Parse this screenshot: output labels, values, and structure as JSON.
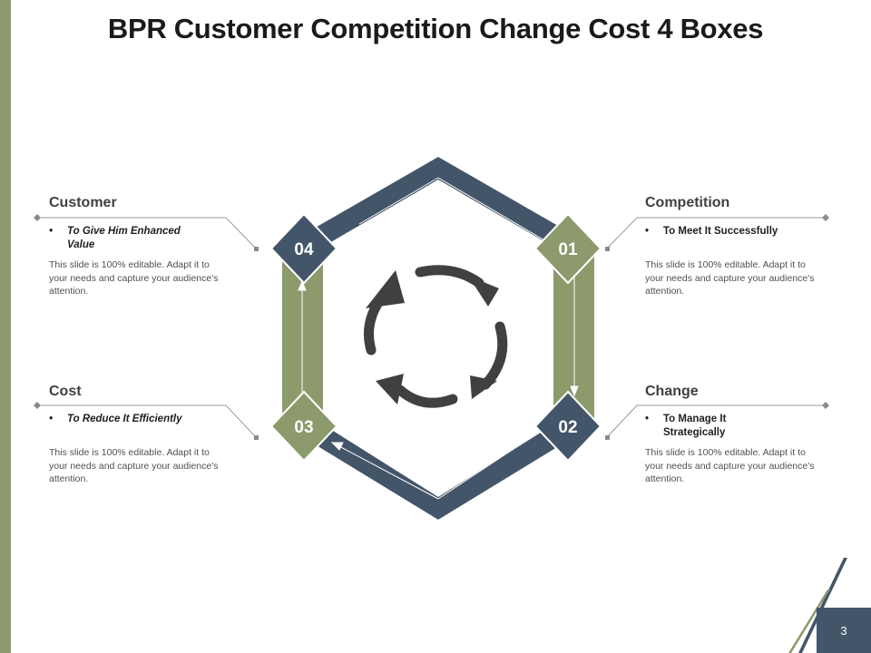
{
  "title": "BPR Customer Competition Change Cost 4 Boxes",
  "colors": {
    "navy": "#435569",
    "olive": "#8c9a6c",
    "arrow": "#404040"
  },
  "steps": [
    {
      "number": "01",
      "heading": "Competition",
      "bullet": "To Meet It Successfully",
      "text": "This slide is 100% editable. Adapt it to your needs and capture your audience's attention."
    },
    {
      "number": "02",
      "heading": "Change",
      "bullet": "To Manage It Strategically",
      "text": "This slide is 100% editable. Adapt it to your needs and capture your audience's attention."
    },
    {
      "number": "03",
      "heading": "Cost",
      "bullet": "To Reduce It Efficiently",
      "text": "This slide is 100% editable. Adapt it to your needs and capture your audience's attention."
    },
    {
      "number": "04",
      "heading": "Customer",
      "bullet": "To Give Him Enhanced Value",
      "text": "This slide is 100% editable. Adapt it to your needs and capture your audience's attention."
    }
  ],
  "center_icon": "circular-refresh-arrows-icon",
  "page_number": "3"
}
